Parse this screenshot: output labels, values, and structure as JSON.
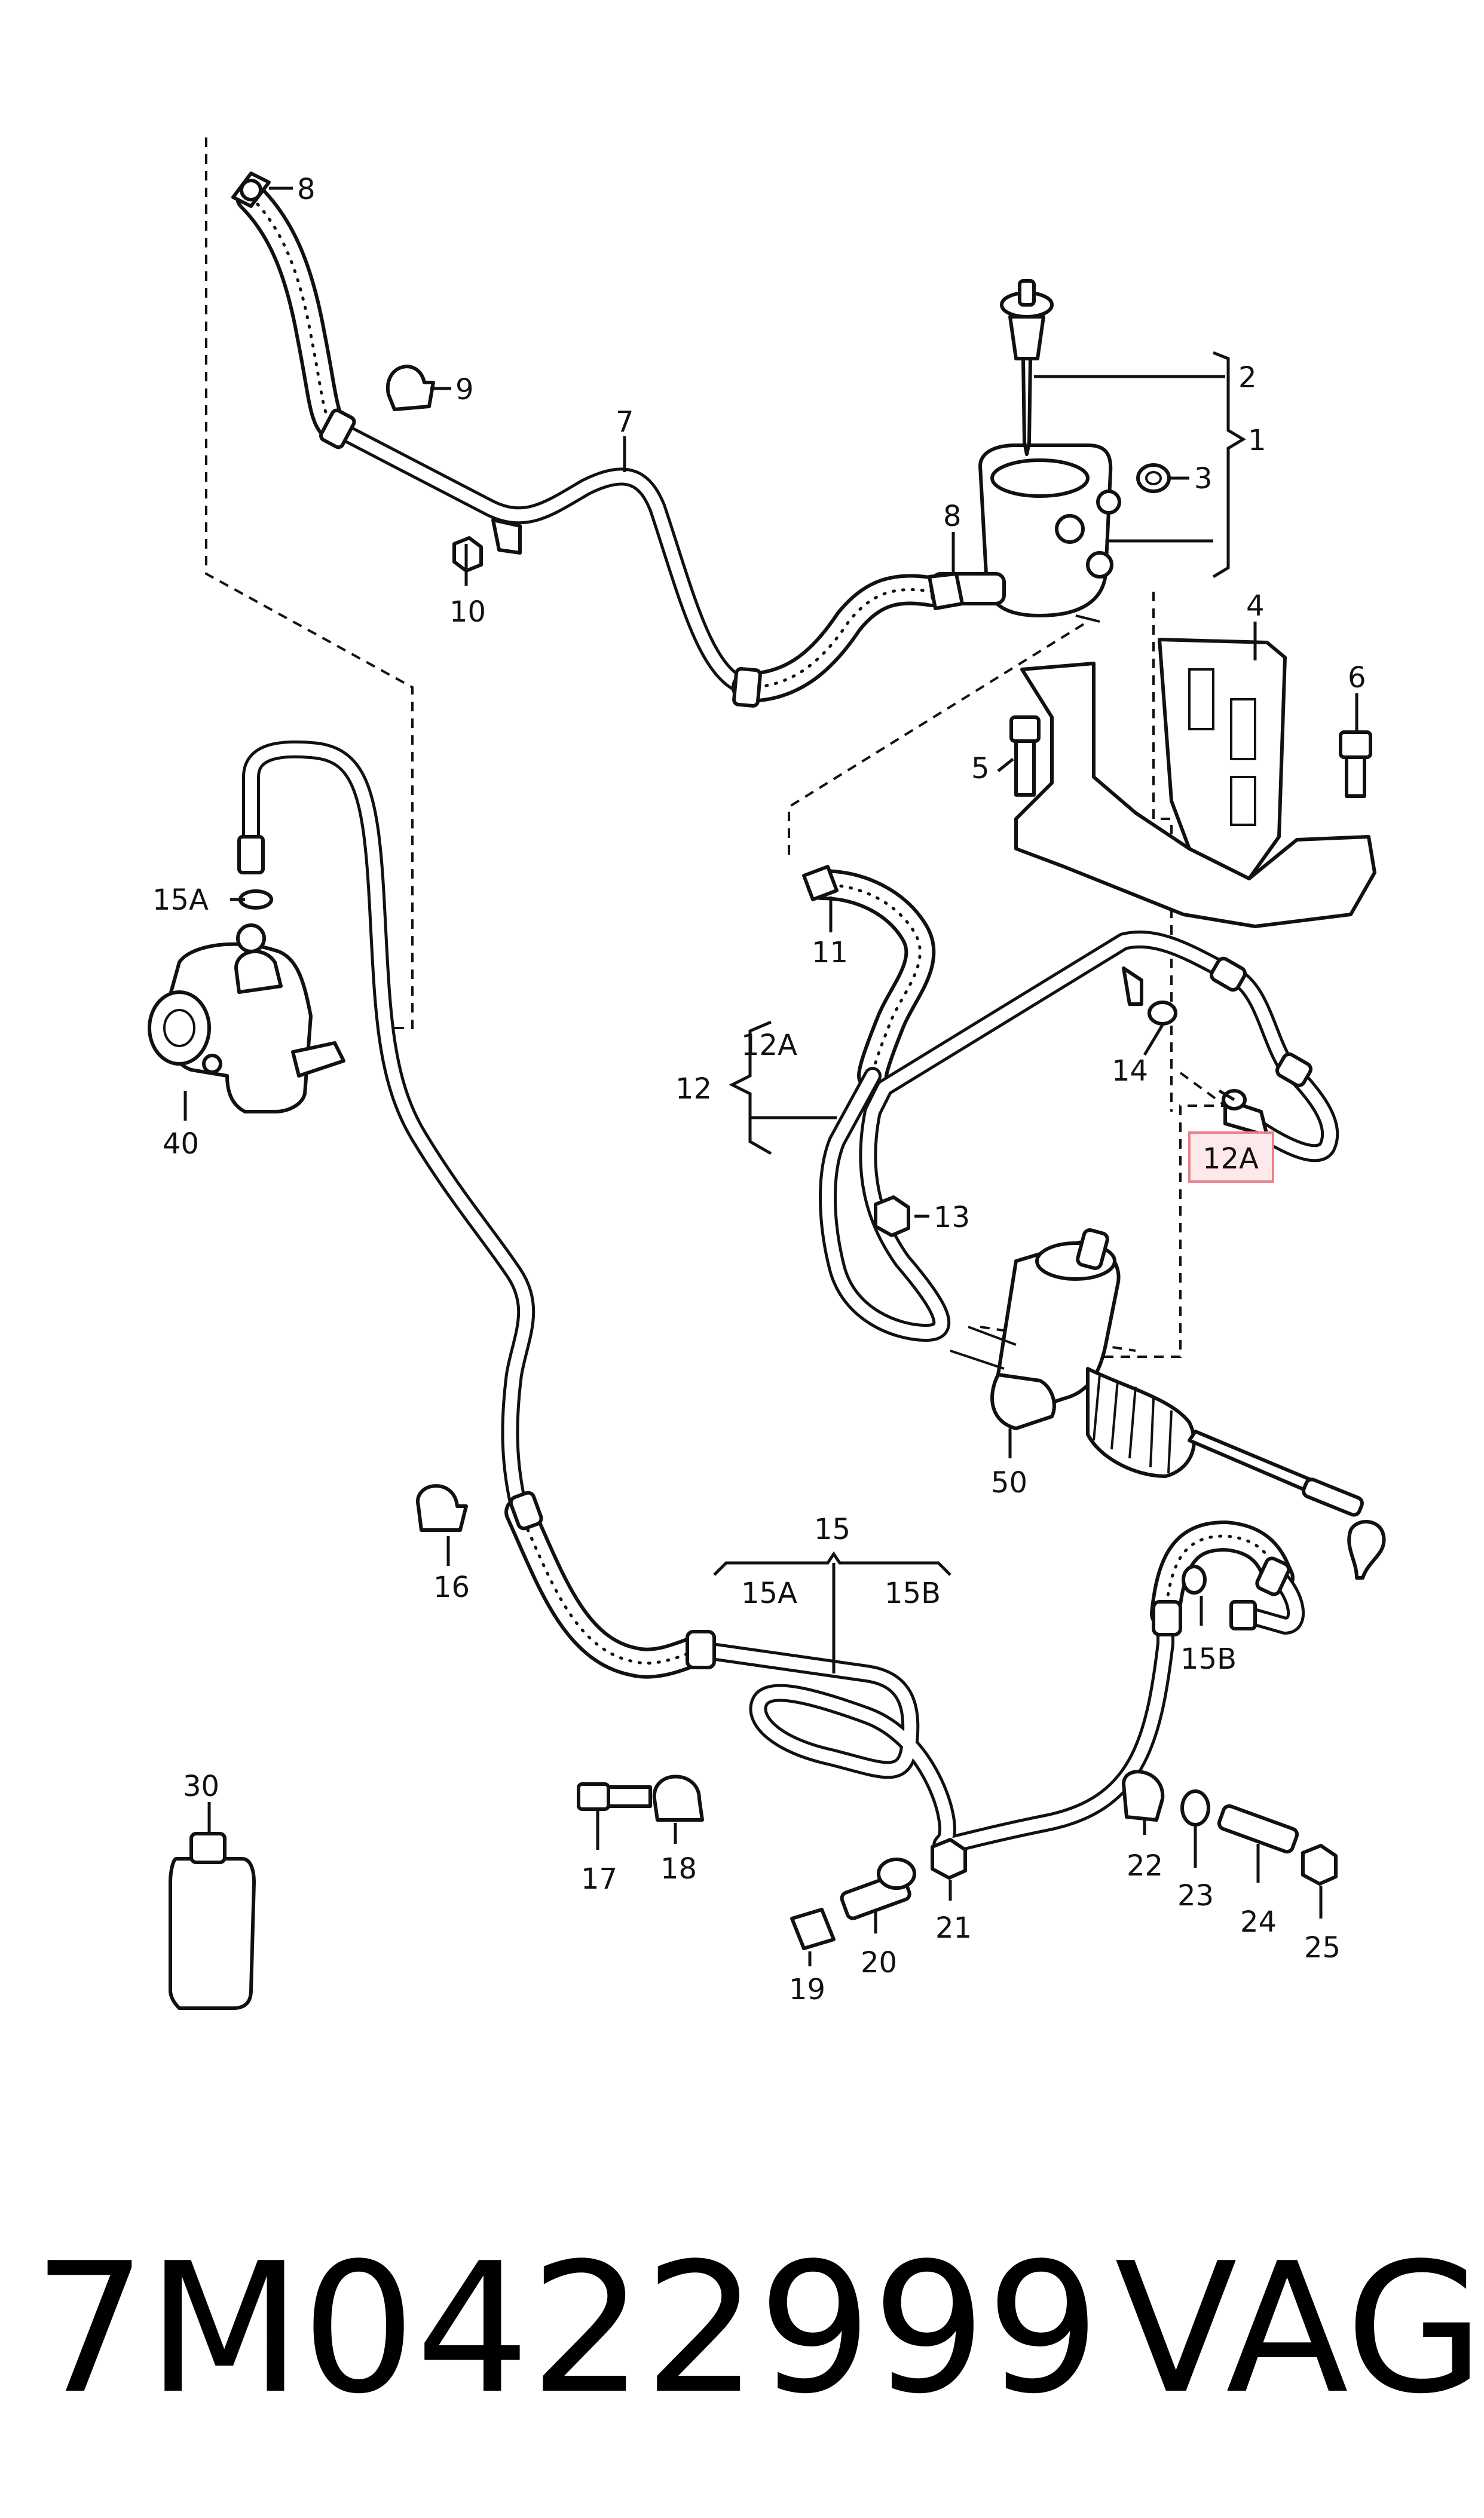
{
  "labels": {
    "p1": "1",
    "p2": "2",
    "p3": "3",
    "p4": "4",
    "p5": "5",
    "p6": "6",
    "p7": "7",
    "p8a": "8",
    "p8b": "8",
    "p9": "9",
    "p10": "10",
    "p11": "11",
    "p12": "12",
    "p12a_group": "12A",
    "p12a_highlight": "12A",
    "p13": "13",
    "p14": "14",
    "p15": "15",
    "p15a_left": "15A",
    "p15a_group": "15A",
    "p15b_group": "15B",
    "p15b_right": "15B",
    "p16": "16",
    "p17": "17",
    "p18": "18",
    "p19": "19",
    "p20": "20",
    "p21": "21",
    "p22": "22",
    "p23": "23",
    "p24": "24",
    "p25": "25",
    "p30": "30",
    "p40": "40",
    "p50": "50"
  },
  "caption": {
    "part_number": "7M0422999",
    "brand": "VAG"
  },
  "highlight_color": "#e8838a",
  "highlight_fill": "#fde8ea"
}
